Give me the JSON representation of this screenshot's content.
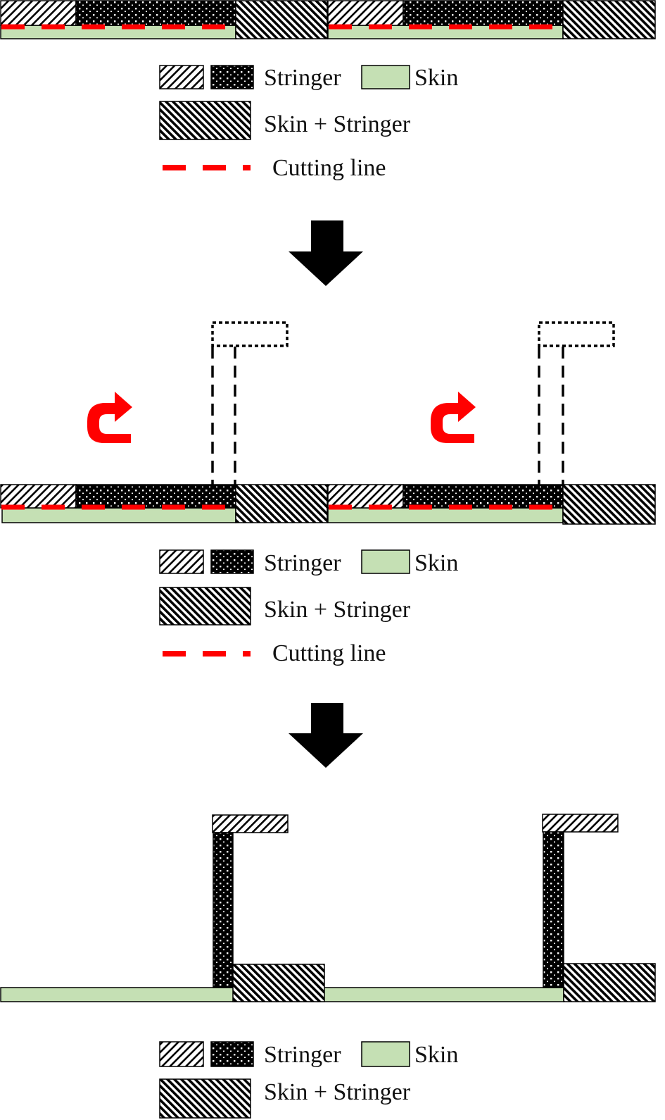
{
  "colors": {
    "skin": "#c5e0b4",
    "cutting_line": "#ff0000",
    "rotate_arrow": "#ff0000",
    "flow_arrow": "#000000",
    "outline": "#000000"
  },
  "legend_top": {
    "stringer_label": "Stringer",
    "skin_label": "Skin",
    "skin_stringer_label": "Skin + Stringer",
    "cutting_line_label": "Cutting line"
  },
  "legend_middle": {
    "stringer_label": "Stringer",
    "skin_label": "Skin",
    "skin_stringer_label": "Skin + Stringer",
    "cutting_line_label": "Cutting line"
  },
  "legend_bottom": {
    "stringer_label": "Stringer",
    "skin_label": "Skin",
    "skin_stringer_label": "Skin + Stringer"
  },
  "icons": {
    "flow_arrow": "down-arrow-icon",
    "rotate_arrow": "rotate-clockwise-arrow-icon"
  }
}
